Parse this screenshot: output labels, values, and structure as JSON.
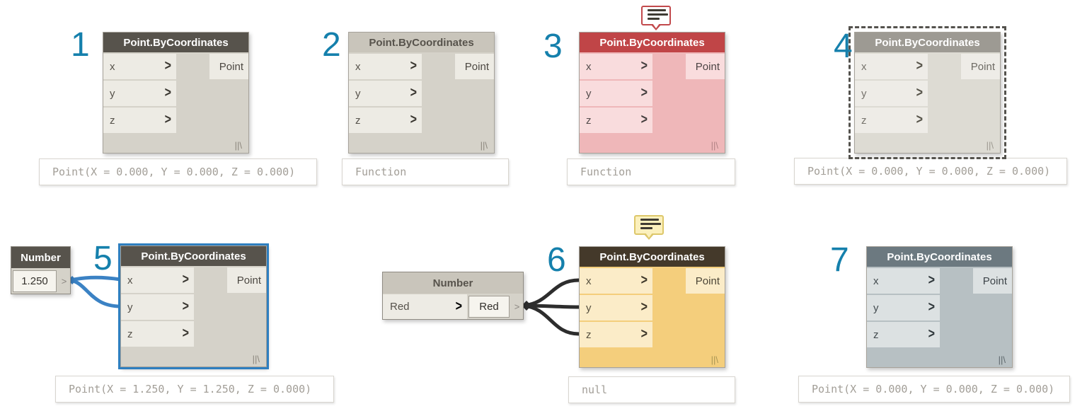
{
  "canvas": {
    "background": "#ffffff"
  },
  "port_chevron": ">",
  "lacing_glyph": "||\\",
  "colors": {
    "digit": "#1580ac",
    "selection": "#2e7fc0",
    "wire_selected": "#3b82c4",
    "wire_default": "#2d2d2d",
    "tooltip_text": "#a29e97",
    "tooltip_border": "#d8d5cf",
    "freeze_dash": "#54524d",
    "error_balloon_border": "#c2494c",
    "error_balloon_bg": "#ffffff",
    "warning_balloon_border": "#ddc76a",
    "warning_balloon_bg": "#fbf0bd",
    "balloon_lines": "#3f3b33"
  },
  "states": {
    "normal": {
      "header_bg": "#57534c",
      "header_text": "#ffffff",
      "body_bg": "#d5d2c9",
      "row_bg": "#edebe4",
      "label": "#56524b",
      "chevron": "#3a3731",
      "output_text": "#4c4842",
      "lacing": "#8b867c"
    },
    "function_preview": {
      "header_bg": "#c9c5bb",
      "header_text": "#57534c",
      "body_bg": "#d5d2c9",
      "row_bg": "#edebe4",
      "label": "#56524b",
      "chevron": "#3a3731",
      "output_text": "#4c4842",
      "lacing": "#8b867c"
    },
    "error": {
      "header_bg": "#c04547",
      "header_text": "#ffffff",
      "body_bg": "#efb7b9",
      "row_bg": "#f9dcdd",
      "label": "#544c4c",
      "chevron": "#453f3f",
      "output_text": "#4c4444",
      "lacing": "#b08284"
    },
    "frozen": {
      "header_bg": "#9d9a93",
      "header_text": "#ffffff",
      "body_bg": "#dddbd3",
      "row_bg": "#eeece7",
      "label": "#76736c",
      "chevron": "#565349",
      "output_text": "#6e6b64",
      "lacing": "#9c988f"
    },
    "warning": {
      "header_bg": "#44392a",
      "header_text": "#ffffff",
      "body_bg": "#f4ce7c",
      "row_bg": "#fbecc8",
      "label": "#56503f",
      "chevron": "#3e382a",
      "output_text": "#4c4637",
      "lacing": "#a89554"
    },
    "preview_off": {
      "header_bg": "#6c7980",
      "header_text": "#ffffff",
      "body_bg": "#b7c0c3",
      "row_bg": "#dce1e2",
      "label": "#434b4f",
      "chevron": "#2f373b",
      "output_text": "#3d4449",
      "lacing": "#5d666b"
    }
  },
  "main_nodes": [
    {
      "number": "1",
      "title": "Point.ByCoordinates",
      "inputs": [
        "x",
        "y",
        "z"
      ],
      "output": "Point",
      "state": "normal",
      "balloon": null,
      "selected": false,
      "frozen": false,
      "tooltip": "Point(X = 0.000, Y = 0.000, Z = 0.000)"
    },
    {
      "number": "2",
      "title": "Point.ByCoordinates",
      "inputs": [
        "x",
        "y",
        "z"
      ],
      "output": "Point",
      "state": "function_preview",
      "balloon": null,
      "selected": false,
      "frozen": false,
      "tooltip": "Function"
    },
    {
      "number": "3",
      "title": "Point.ByCoordinates",
      "inputs": [
        "x",
        "y",
        "z"
      ],
      "output": "Point",
      "state": "error",
      "balloon": "error",
      "selected": false,
      "frozen": false,
      "tooltip": "Function"
    },
    {
      "number": "4",
      "title": "Point.ByCoordinates",
      "inputs": [
        "x",
        "y",
        "z"
      ],
      "output": "Point",
      "state": "frozen",
      "balloon": null,
      "selected": false,
      "frozen": true,
      "tooltip": "Point(X = 0.000, Y = 0.000, Z = 0.000)"
    },
    {
      "number": "5",
      "title": "Point.ByCoordinates",
      "inputs": [
        "x",
        "y",
        "z"
      ],
      "output": "Point",
      "state": "normal",
      "balloon": null,
      "selected": true,
      "frozen": false,
      "tooltip": "Point(X = 1.250, Y = 1.250, Z = 0.000)"
    },
    {
      "number": "6",
      "title": "Point.ByCoordinates",
      "inputs": [
        "x",
        "y",
        "z"
      ],
      "output": "Point",
      "state": "warning",
      "balloon": "warning",
      "selected": false,
      "frozen": false,
      "tooltip": "null"
    },
    {
      "number": "7",
      "title": "Point.ByCoordinates",
      "inputs": [
        "x",
        "y",
        "z"
      ],
      "output": "Point",
      "state": "preview_off",
      "balloon": null,
      "selected": false,
      "frozen": false,
      "tooltip": "Point(X = 0.000, Y = 0.000, Z = 0.000)"
    }
  ],
  "number_nodes": [
    {
      "title": "Number",
      "value": "1.250",
      "output_port": ">",
      "header_style": "dark"
    },
    {
      "title": "Number",
      "input_label": "Red",
      "value": "Red",
      "output_port": ">",
      "header_style": "light"
    }
  ],
  "connections": [
    {
      "from": "number-node-1",
      "to": "node-5",
      "ports": [
        "x",
        "y"
      ],
      "highlighted": true
    },
    {
      "from": "number-node-2",
      "to": "node-6",
      "ports": [
        "x",
        "y",
        "z"
      ],
      "highlighted": false
    }
  ]
}
